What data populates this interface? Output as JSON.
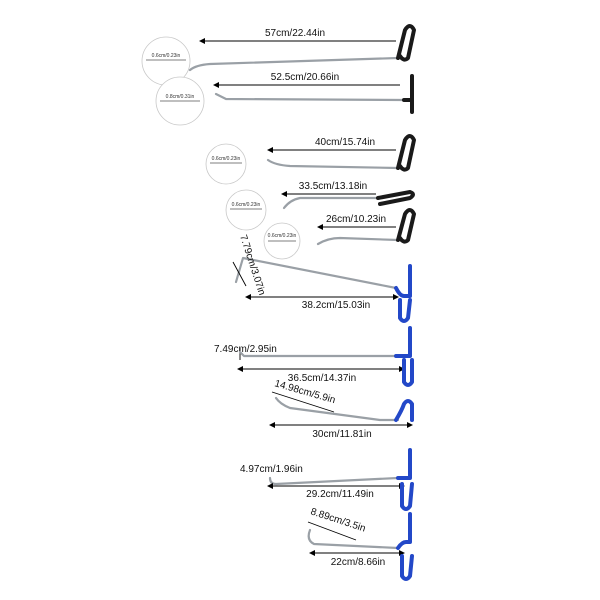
{
  "tools": [
    {
      "id": "tool-1",
      "length_label": "57cm/22.44in",
      "handle": "black",
      "tip_label": "0.6cm/0.23in"
    },
    {
      "id": "tool-2",
      "length_label": "52.5cm/20.66in",
      "handle": "black",
      "tip_label": "0.8cm/0.31in"
    },
    {
      "id": "tool-3",
      "length_label": "40cm/15.74in",
      "handle": "black",
      "tip_label": "0.6cm/0.23in"
    },
    {
      "id": "tool-4",
      "length_label": "33.5cm/13.18in",
      "handle": "black",
      "tip_label": "0.6cm/0.23in"
    },
    {
      "id": "tool-5",
      "length_label": "26cm/10.23in",
      "handle": "black",
      "tip_label": "0.6cm/0.23in"
    },
    {
      "id": "tool-6",
      "length_label": "38.2cm/15.03in",
      "handle": "blue",
      "tip_label": "7.79cm/3.07in"
    },
    {
      "id": "tool-7",
      "length_label": "36.5cm/14.37in",
      "handle": "blue",
      "tip_label": "7.49cm/2.95in"
    },
    {
      "id": "tool-8",
      "length_label": "30cm/11.81in",
      "handle": "blue",
      "tip_label": "14.98cm/5.9in"
    },
    {
      "id": "tool-9",
      "length_label": "29.2cm/11.49in",
      "handle": "blue",
      "tip_label": "4.97cm/1.96in"
    },
    {
      "id": "tool-10",
      "length_label": "22cm/8.66in",
      "handle": "blue",
      "tip_label": "8.89cm/3.5in"
    }
  ],
  "colors": {
    "black_handle": "#1a1a1a",
    "blue_handle": "#2348c8",
    "rod": "#9aa0a6"
  }
}
